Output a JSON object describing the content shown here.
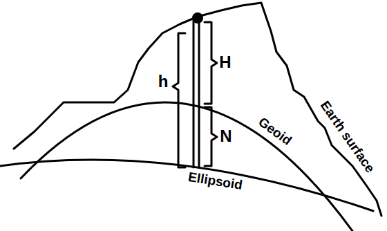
{
  "diagram": {
    "labels": [
      "h",
      "H",
      "N",
      "Geoid",
      "Ellipsoid",
      "Earth surface"
    ]
  }
}
